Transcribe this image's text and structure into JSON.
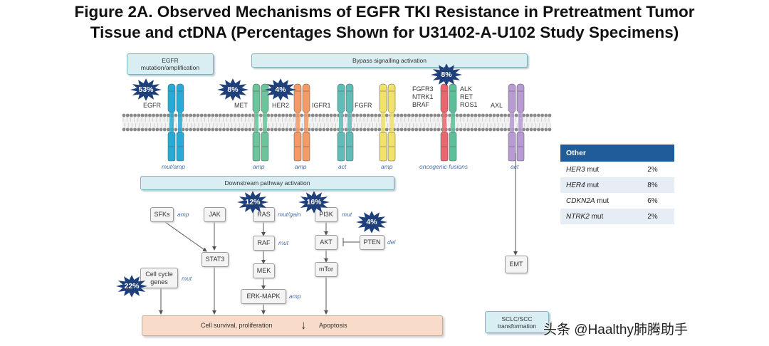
{
  "title_line1": "Figure 2A. Observed Mechanisms of EGFR TKI Resistance in Pretreatment Tumor",
  "title_line2": "Tissue and ctDNA (Percentages Shown for U31402-A-U102 Study Specimens)",
  "sections": {
    "egfr": "EGFR mutation/amplification",
    "bypass": "Bypass signalling activation",
    "downstream": "Downstream pathway activation",
    "sclc": "SCLC/SCC transformation"
  },
  "receptors": [
    {
      "label": "EGFR",
      "color": "#29a9d6",
      "note": "mut/amp",
      "badge": "53%"
    },
    {
      "label": "MET",
      "color": "#6bc49a",
      "note": "amp",
      "badge": "8%"
    },
    {
      "label": "HER2",
      "color": "#f39a66",
      "note": "amp",
      "badge": "4%"
    },
    {
      "label": "IGFR1",
      "color": "#5fbcb6",
      "note": "act",
      "badge": ""
    },
    {
      "label": "FGFR",
      "color": "#f1e26a",
      "note": "amp",
      "badge": ""
    },
    {
      "label": "FGFR3\nNTRK1\nBRAF",
      "label_right": "ALK\nRET\nROS1",
      "color": "#e8676e",
      "color2": "#5cbf9a",
      "note": "oncogenic fusions",
      "badge": "8%"
    },
    {
      "label": "AXL",
      "color": "#b79bd2",
      "note": "act",
      "badge": ""
    }
  ],
  "pathway": {
    "sfks": "SFKs",
    "sfks_note": "amp",
    "jak": "JAK",
    "stat3": "STAT3",
    "cell_cycle": "Cell cycle genes",
    "cell_cycle_note": "mut",
    "cell_cycle_badge": "22%",
    "ras": "RAS",
    "ras_note": "mut/gain",
    "ras_badge": "12%",
    "raf": "RAF",
    "raf_note": "mut",
    "mek": "MEK",
    "erk": "ERK-MAPK",
    "erk_note": "amp",
    "pi3k": "PI3K",
    "pi3k_note": "mut",
    "pi3k_badge": "16%",
    "akt": "AKT",
    "pten": "PTEN",
    "pten_note": "del",
    "pten_badge": "4%",
    "mtor": "mTor",
    "emt": "EMT",
    "survival": "Cell survival, proliferation",
    "apoptosis": "Apoptosis"
  },
  "other_table": {
    "header": "Other",
    "rows": [
      {
        "gene": "HER3",
        "suffix": " mut",
        "pct": "2%"
      },
      {
        "gene": "HER4",
        "suffix": " mut",
        "pct": "8%"
      },
      {
        "gene": "CDKN2A",
        "suffix": " mut",
        "pct": "6%"
      },
      {
        "gene": "NTRK2",
        "suffix": " mut",
        "pct": "2%"
      }
    ]
  },
  "watermark": "头条 @Haalthy肺腾助手",
  "colors": {
    "badge": "#1f3f7a",
    "membrane_head": "#8a8a8a",
    "table_header": "#1f5c99"
  }
}
